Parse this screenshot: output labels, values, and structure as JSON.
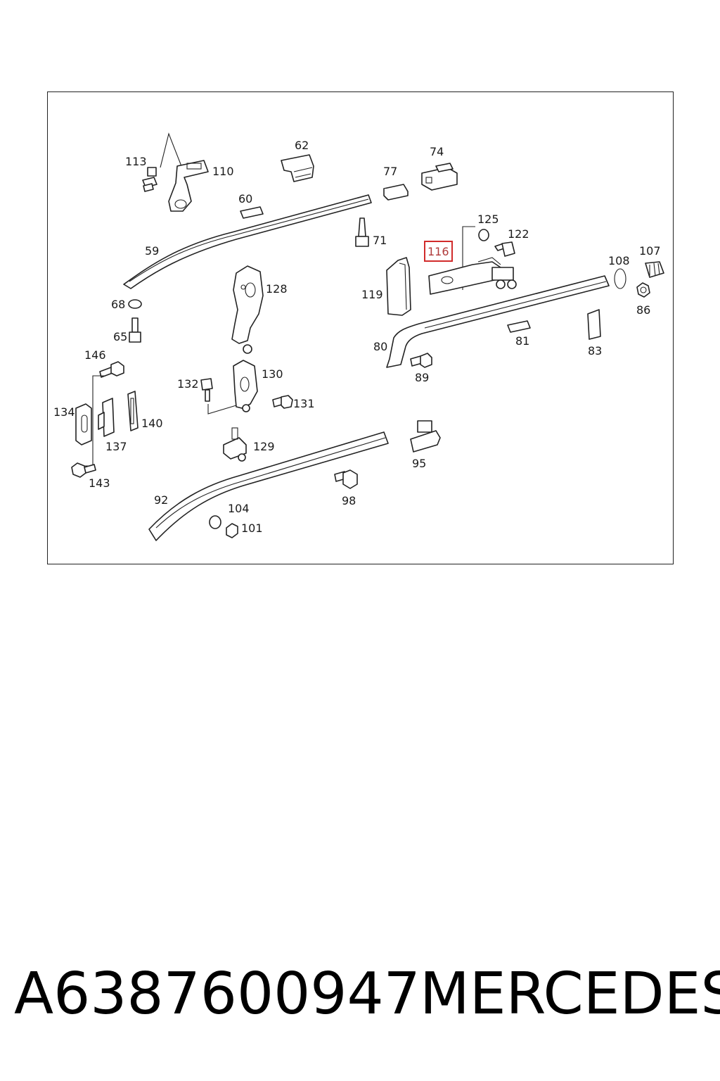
{
  "diagram": {
    "highlight_color": "#d12b2b",
    "labels": [
      {
        "id": "113",
        "text": "113"
      },
      {
        "id": "110",
        "text": "110"
      },
      {
        "id": "62",
        "text": "62"
      },
      {
        "id": "74",
        "text": "74"
      },
      {
        "id": "77",
        "text": "77"
      },
      {
        "id": "60",
        "text": "60"
      },
      {
        "id": "59",
        "text": "59"
      },
      {
        "id": "71",
        "text": "71"
      },
      {
        "id": "125",
        "text": "125"
      },
      {
        "id": "122",
        "text": "122"
      },
      {
        "id": "116",
        "text": "116",
        "highlighted": true
      },
      {
        "id": "108",
        "text": "108"
      },
      {
        "id": "107",
        "text": "107"
      },
      {
        "id": "128",
        "text": "128"
      },
      {
        "id": "119",
        "text": "119"
      },
      {
        "id": "86",
        "text": "86"
      },
      {
        "id": "68",
        "text": "68"
      },
      {
        "id": "65",
        "text": "65"
      },
      {
        "id": "80",
        "text": "80"
      },
      {
        "id": "81",
        "text": "81"
      },
      {
        "id": "83",
        "text": "83"
      },
      {
        "id": "146",
        "text": "146"
      },
      {
        "id": "130",
        "text": "130"
      },
      {
        "id": "89",
        "text": "89"
      },
      {
        "id": "132",
        "text": "132"
      },
      {
        "id": "131",
        "text": "131"
      },
      {
        "id": "134",
        "text": "134"
      },
      {
        "id": "140",
        "text": "140"
      },
      {
        "id": "137",
        "text": "137"
      },
      {
        "id": "129",
        "text": "129"
      },
      {
        "id": "95",
        "text": "95"
      },
      {
        "id": "143",
        "text": "143"
      },
      {
        "id": "92",
        "text": "92"
      },
      {
        "id": "104",
        "text": "104"
      },
      {
        "id": "98",
        "text": "98"
      },
      {
        "id": "101",
        "text": "101"
      }
    ]
  },
  "footer": {
    "part_number": "A6387600947",
    "brand": "MERCEDES"
  }
}
